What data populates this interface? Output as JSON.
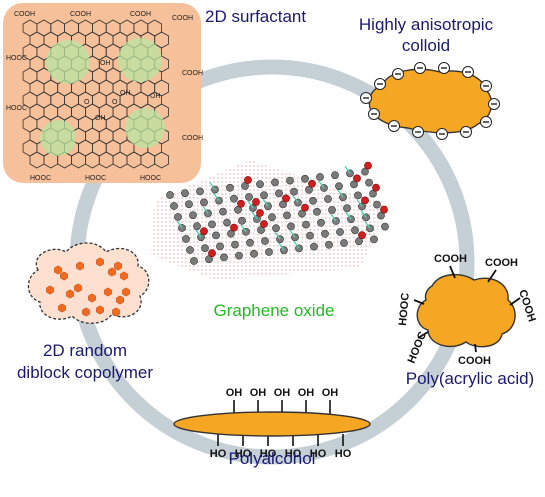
{
  "labels": {
    "surfactant": "2D surfactant",
    "colloid_line1": "Highly anisotropic",
    "colloid_line2": "colloid",
    "graphene_oxide": "Graphene oxide",
    "copolymer_line1": "2D random",
    "copolymer_line2": "diblock copolymer",
    "paa": "Poly(acrylic acid)",
    "polyalcohol": "Polyalcohol"
  },
  "paa_groups": {
    "top": "COOH",
    "top_right": "COOH",
    "right": "COOH",
    "bottom": "COOH",
    "left": "HOOC",
    "bottom_left": "HOOC"
  },
  "polyalcohol_groups": {
    "top": [
      "OH",
      "OH",
      "OH",
      "OH",
      "OH"
    ],
    "bottom": [
      "HO",
      "HO",
      "HO",
      "HO",
      "HO",
      "HO"
    ]
  },
  "surfactant_groups": {
    "edge": "COOH",
    "edge_rev": "HOOC",
    "hydroxyl": "OH",
    "epoxy": "O"
  },
  "colors": {
    "ring": "#c5cfd6",
    "label_navy": "#1a1a6e",
    "label_green": "#22bb22",
    "orange_fill": "#f5a623",
    "surfactant_box": "#f6c09a",
    "green_domain": "#b8e6a0",
    "copolymer_cloud": "#fde0d0",
    "copolymer_hex": "#f26a22"
  }
}
